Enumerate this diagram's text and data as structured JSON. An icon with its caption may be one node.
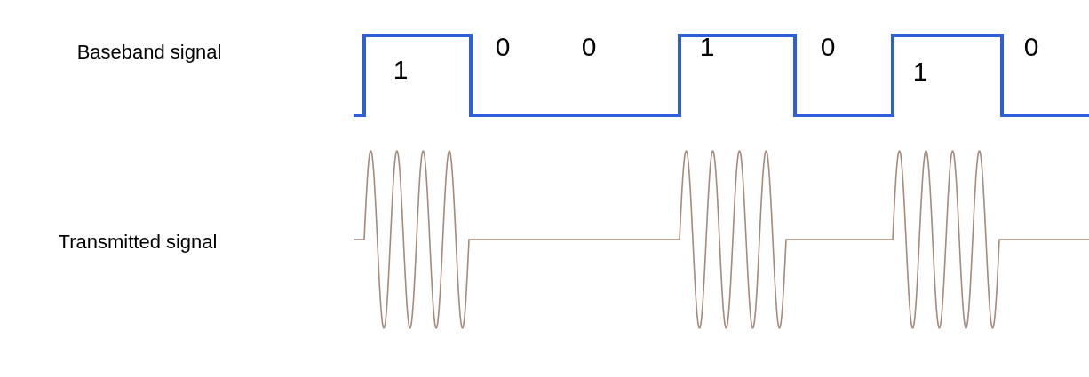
{
  "diagram": {
    "labels": [
      "Baseband signal",
      "1",
      "0",
      "0",
      "1",
      "0",
      "1",
      "0",
      "Transmitted signal"
    ]
  }
}
